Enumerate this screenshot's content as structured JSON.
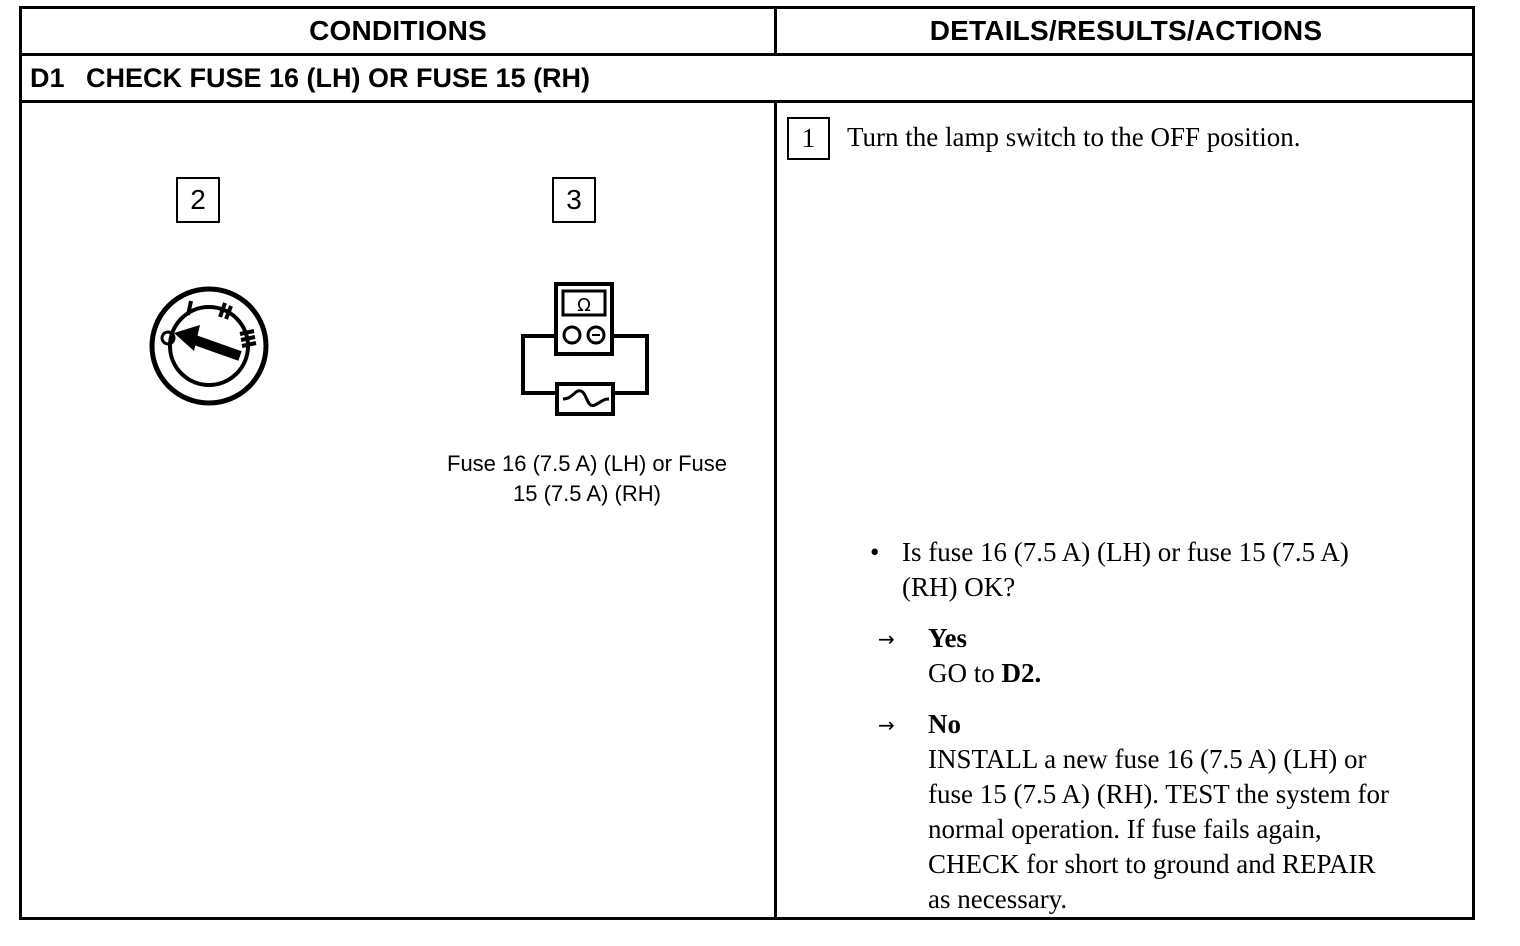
{
  "headers": {
    "conditions": "CONDITIONS",
    "details": "DETAILS/RESULTS/ACTIONS"
  },
  "step": {
    "id": "D1",
    "title": "CHECK FUSE 16 (LH) OR FUSE 15 (RH)"
  },
  "conditions": {
    "items": [
      {
        "number": "2",
        "icon": "ignition-switch-icon"
      },
      {
        "number": "3",
        "icon": "ohmmeter-fuse-icon",
        "ohm_symbol": "Ω",
        "caption_line1": "Fuse 16 (7.5 A) (LH) or Fuse",
        "caption_line2": "15 (7.5 A) (RH)"
      }
    ]
  },
  "details": {
    "step1_number": "1",
    "step1_text": "Turn the lamp switch to the OFF position.",
    "question_bullet": "•",
    "question_line1": "Is fuse 16 (7.5 A) (LH) or fuse 15 (7.5 A)",
    "question_line2": "(RH) OK?",
    "yes": {
      "arrow": "→",
      "label": "Yes",
      "action_prefix": "GO to ",
      "action_target": "D2."
    },
    "no": {
      "arrow": "→",
      "label": "No",
      "lines": [
        "INSTALL a new fuse 16 (7.5 A) (LH) or",
        "fuse 15 (7.5 A) (RH). TEST the system for",
        "normal operation. If fuse fails again,",
        "CHECK for short to ground and REPAIR",
        "as necessary."
      ]
    }
  }
}
